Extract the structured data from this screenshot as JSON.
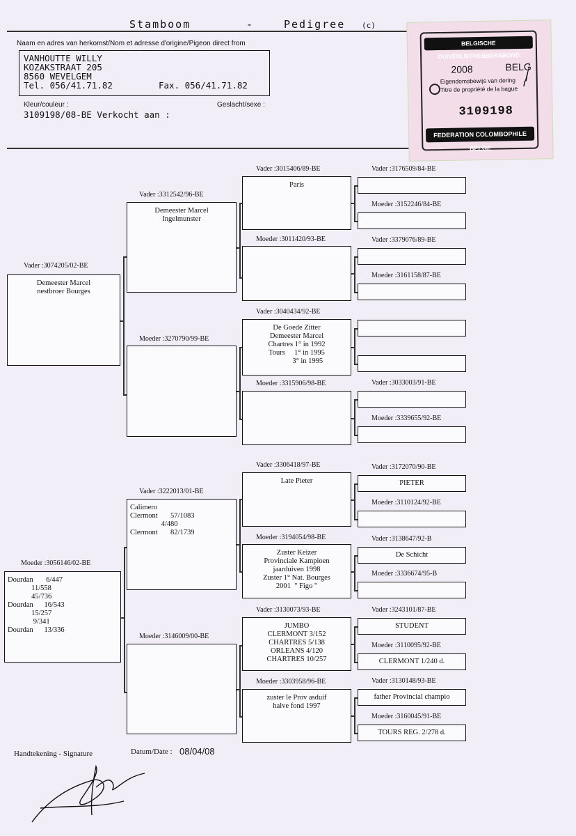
{
  "header": {
    "title_left": "Stamboom",
    "dash": "-",
    "title_right": "Pedigree",
    "copyright": "(c)",
    "origin_label": "Naam en adres van herkomst/Nom et adresse d'origine/Pigeon direct from"
  },
  "breeder": {
    "name": "VANHOUTTE WILLY",
    "street": "KOZAKSTRAAT 205",
    "city": "8560 WEVELGEM",
    "tel": "Tel. 056/41.71.82",
    "fax": "Fax. 056/41.71.82"
  },
  "pigeon": {
    "color_label": "Kleur/couleur :",
    "sex_label": "Geslacht/sexe :",
    "ring_line": "3109198/08-BE Verkocht aan :"
  },
  "sticker": {
    "top_banner": "BELGISCHE DUIVENLIEFHEBBERSBOND",
    "year": "2008",
    "country": "BELG",
    "line1": "Eigendomsbewijs van dering",
    "line2": "Titre de propriété de la bague",
    "number": "3109198",
    "bottom_banner": "FEDERATION COLOMBOPHILE BELGE"
  },
  "gen1": {
    "sire": {
      "label": "Vader :3074205/02-BE",
      "text": "Demeester Marcel\nnestbroer Bourges"
    },
    "dam": {
      "label": "Moeder :3056146/02-BE",
      "text": "Dourdan       6/447\n             11/558\n             45/736\nDourdan      16/543\n             15/257\n              9/341\nDourdan      13/336"
    }
  },
  "gen2": [
    {
      "label": "Vader :3312542/96-BE",
      "text": "Demeester Marcel\nIngelmunster"
    },
    {
      "label": "Moeder :3270790/99-BE",
      "text": ""
    },
    {
      "label": "Vader :3222013/01-BE",
      "text": "Calimero\nClermont       57/1083\n                 4/480\nClermont       82/1739"
    },
    {
      "label": "Moeder :3146009/00-BE",
      "text": ""
    }
  ],
  "gen3": [
    {
      "label": "Vader :3015406/89-BE",
      "text": "Paris"
    },
    {
      "label": "Moeder :3011420/93-BE",
      "text": ""
    },
    {
      "label": "Vader :3040434/92-BE",
      "text": "De Goede Zitter\nDemeester Marcel\nChartres 1° in 1992\nTours     1° in 1995\n            3° in 1995"
    },
    {
      "label": "Moeder :3315906/98-BE",
      "text": ""
    },
    {
      "label": "Vader :3306418/97-BE",
      "text": "Late Pieter"
    },
    {
      "label": "Moeder :3194054/98-BE",
      "text": "Zuster Keizer\nProvinciale Kampioen\njaarduiven 1998\nZuster 1° Nat. Bourges\n2001  \" Figo \""
    },
    {
      "label": "Vader :3130073/93-BE",
      "text": "JUMBO\nCLERMONT 3/152\nCHARTRES 5/138\nORLEANS 4/120\nCHARTRES 10/257"
    },
    {
      "label": "Moeder :3303958/96-BE",
      "text": "zuster le Prov asduif\nhalve fond 1997"
    }
  ],
  "gen4": [
    {
      "label": "Vader :3176509/84-BE",
      "text": ""
    },
    {
      "label": "Moeder :3152246/84-BE",
      "text": ""
    },
    {
      "label": "Vader :3379076/89-BE",
      "text": ""
    },
    {
      "label": "Moeder :3161158/87-BE",
      "text": ""
    },
    {
      "label": "",
      "text": ""
    },
    {
      "label": "",
      "text": ""
    },
    {
      "label": "Vader :3033003/91-BE",
      "text": ""
    },
    {
      "label": "Moeder :3339655/92-BE",
      "text": ""
    },
    {
      "label": "Vader :3172070/90-BE",
      "text": "PIETER"
    },
    {
      "label": "Moeder :3110124/92-BE",
      "text": ""
    },
    {
      "label": "Vader :3138647/92-B",
      "text": "De Schicht"
    },
    {
      "label": "Moeder :3336674/95-B",
      "text": ""
    },
    {
      "label": "Vader :3243101/87-BE",
      "text": "STUDENT"
    },
    {
      "label": "Moeder :3110095/92-BE",
      "text": "CLERMONT 1/240 d."
    },
    {
      "label": "Vader :3130148/93-BE",
      "text": "father Provincial champio"
    },
    {
      "label": "Moeder :3160045/91-BE",
      "text": "TOURS REG. 2/278 d."
    }
  ],
  "footer": {
    "signature_label": "Handtekening - Signature",
    "date_label": "Datum/Date :",
    "date_value": "08/04/08"
  }
}
